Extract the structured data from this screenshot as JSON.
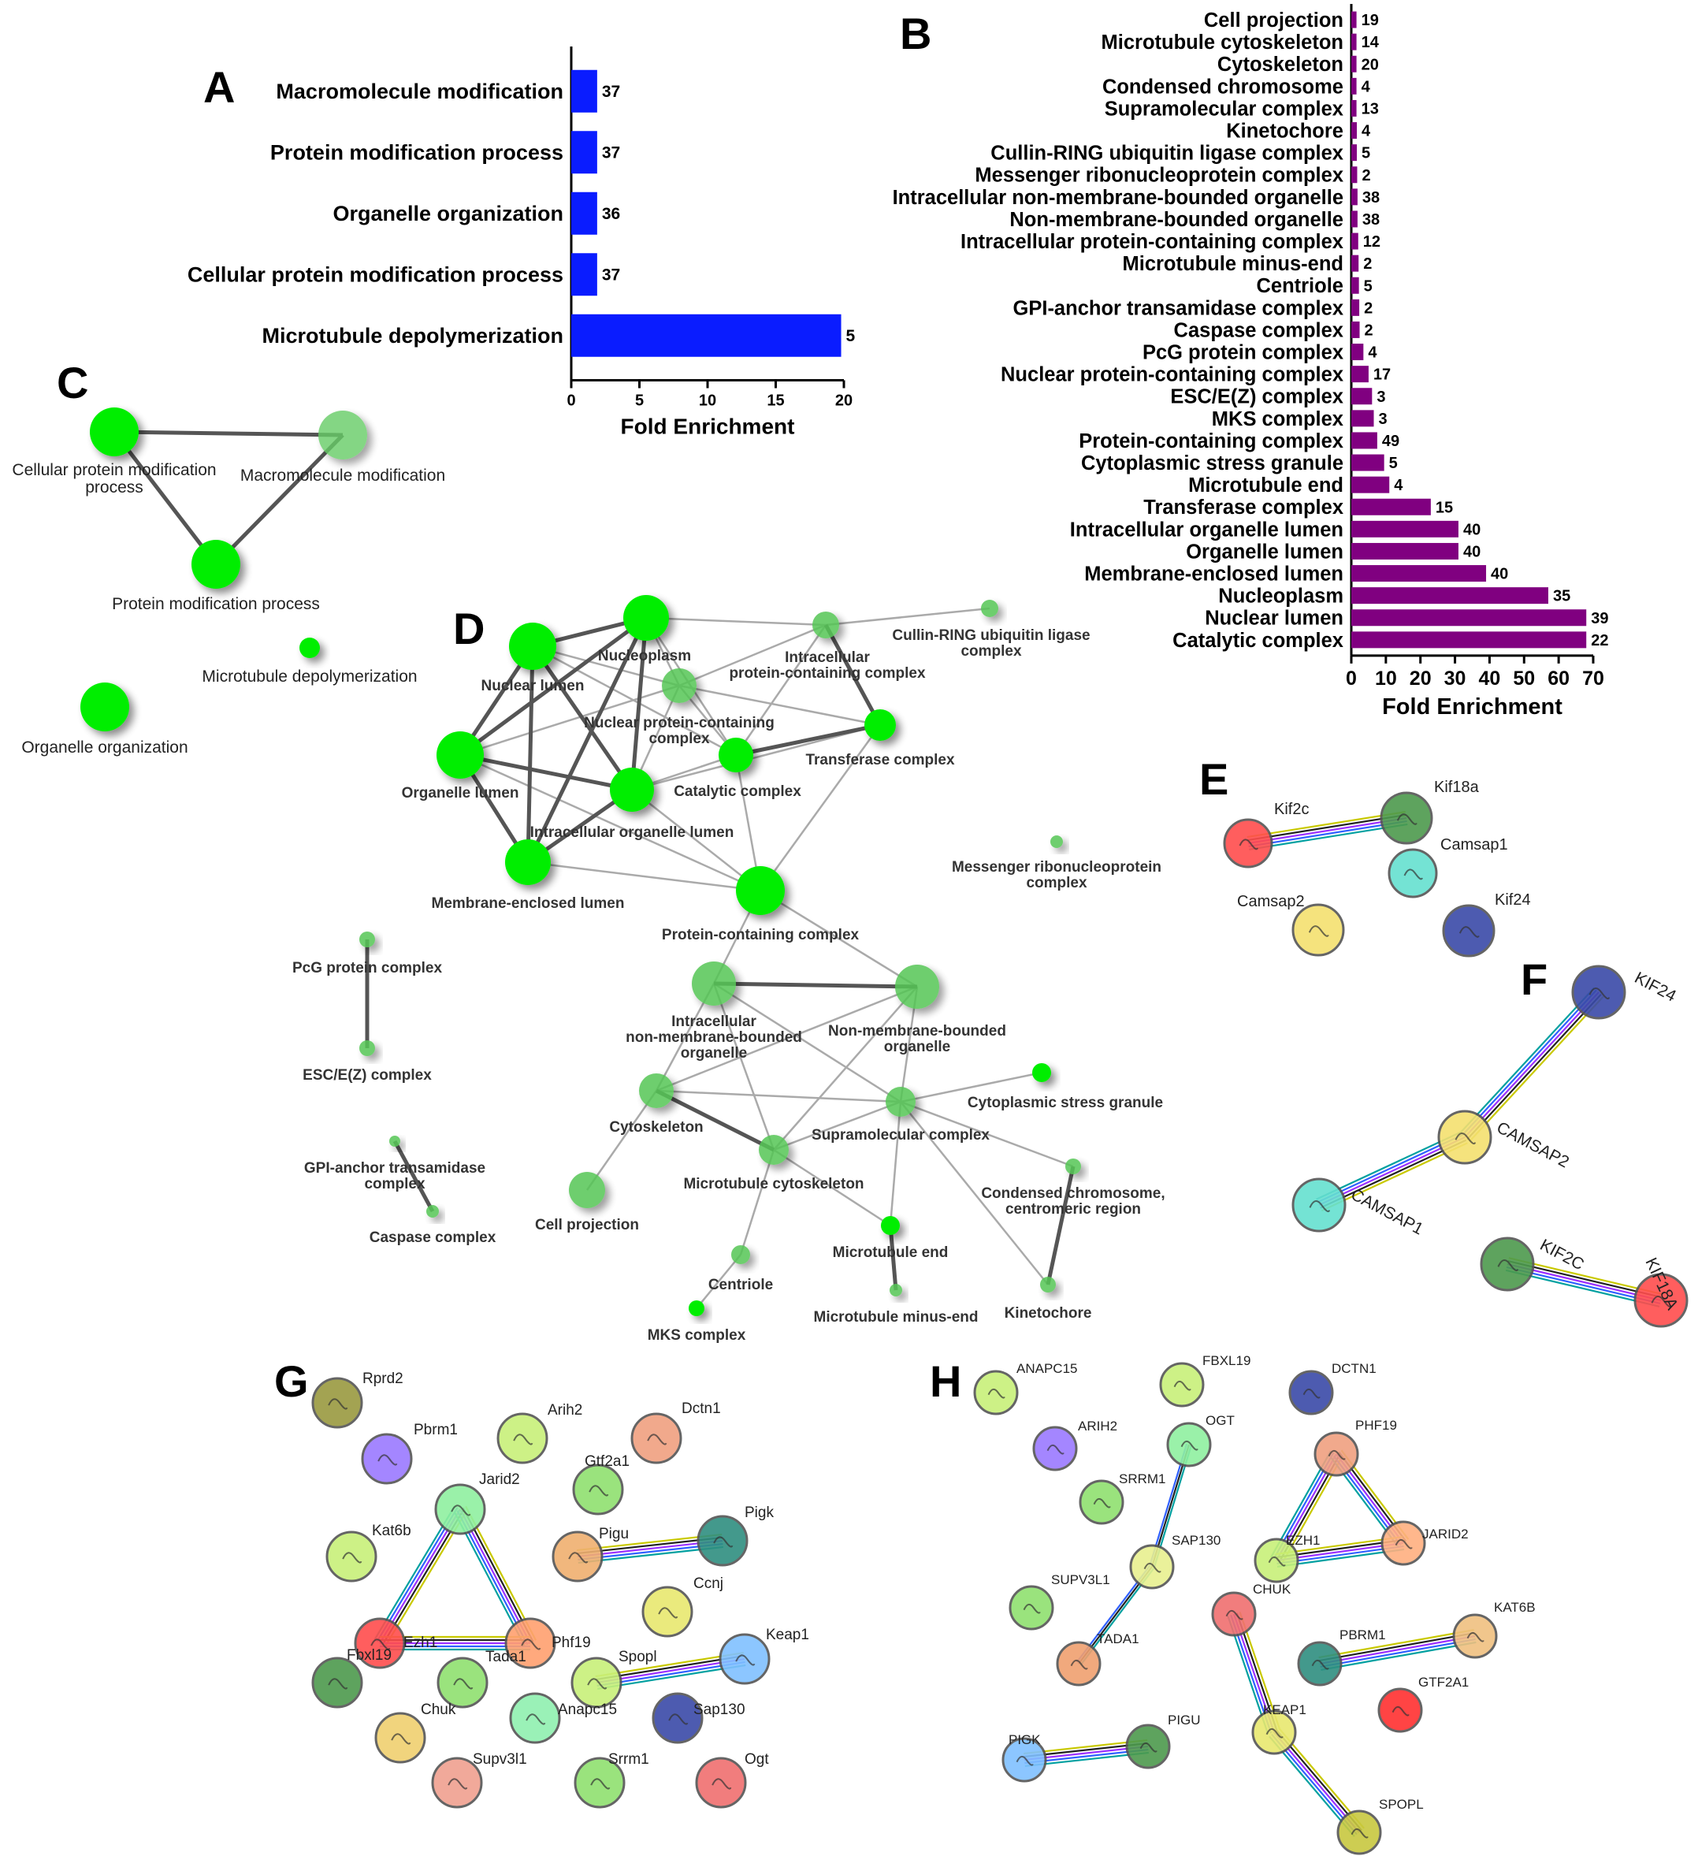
{
  "panels": {
    "a": "A",
    "b": "B",
    "c": "C",
    "d": "D",
    "e": "E",
    "f": "F",
    "g": "G",
    "h": "H"
  },
  "colors": {
    "barA": "#0a1cff",
    "barB": "#800080",
    "green": "#00ee00",
    "greenDim": "#66cc66"
  },
  "chart_data": [
    {
      "panel": "A",
      "type": "bar",
      "orientation": "horizontal",
      "categories": [
        "Macromolecule modification",
        "Protein modification process",
        "Organelle organization",
        "Cellular protein modification process",
        "Microtubule depolymerization"
      ],
      "values": [
        1.9,
        1.9,
        1.9,
        1.9,
        19.8
      ],
      "counts": [
        "37",
        "37",
        "36",
        "37",
        "5"
      ],
      "xlabel": "Fold Enrichment",
      "xlim": [
        0,
        20
      ],
      "xticks": [
        0,
        5,
        10,
        15,
        20
      ]
    },
    {
      "panel": "B",
      "type": "bar",
      "orientation": "horizontal",
      "categories": [
        "Cell projection",
        "Microtubule cytoskeleton",
        "Cytoskeleton",
        "Condensed chromosome",
        "Supramolecular complex",
        "Kinetochore",
        "Cullin-RING ubiquitin ligase complex",
        "Messenger ribonucleoprotein complex",
        "Intracellular non-membrane-bounded organelle",
        "Non-membrane-bounded organelle",
        "Intracellular protein-containing complex",
        "Microtubule minus-end",
        "Centriole",
        "GPI-anchor transamidase complex",
        "Caspase complex",
        "PcG protein complex",
        "Nuclear protein-containing complex",
        "ESC/E(Z) complex",
        "MKS complex",
        "Protein-containing complex",
        "Cytoplasmic stress granule",
        "Microtubule end",
        "Transferase complex",
        "Intracellular organelle lumen",
        "Organelle lumen",
        "Membrane-enclosed lumen",
        "Nucleoplasm",
        "Nuclear lumen",
        "Catalytic complex"
      ],
      "values": [
        1.5,
        1.5,
        1.5,
        1.5,
        1.5,
        1.6,
        1.6,
        1.7,
        1.8,
        1.8,
        2.0,
        2.1,
        2.2,
        2.3,
        2.4,
        3.5,
        5.0,
        6.0,
        6.5,
        7.5,
        9.5,
        11,
        23,
        31,
        31,
        39,
        57,
        68,
        68
      ],
      "counts": [
        "19",
        "14",
        "20",
        "4",
        "13",
        "4",
        "5",
        "2",
        "38",
        "38",
        "12",
        "2",
        "5",
        "2",
        "2",
        "4",
        "17",
        "3",
        "3",
        "49",
        "5",
        "4",
        "15",
        "40",
        "40",
        "40",
        "35",
        "39",
        "22"
      ],
      "xlabel": "Fold Enrichment",
      "xlim": [
        0,
        70
      ],
      "xticks": [
        0,
        10,
        20,
        30,
        40,
        50,
        60,
        70
      ]
    }
  ],
  "panel_c": {
    "nodes": [
      {
        "id": "cpm",
        "label_lines": [
          "Cellular protein modification",
          "process"
        ]
      },
      {
        "id": "mm",
        "label_lines": [
          "Macromolecule modification"
        ]
      },
      {
        "id": "pmp",
        "label_lines": [
          "Protein modification process"
        ]
      },
      {
        "id": "mtd",
        "label_lines": [
          "Microtubule depolymerization"
        ]
      },
      {
        "id": "oo",
        "label_lines": [
          "Organelle organization"
        ]
      }
    ]
  },
  "panel_d": {
    "nodes": [
      {
        "id": "nl",
        "label_lines": [
          "Nuclear lumen"
        ]
      },
      {
        "id": "np",
        "label_lines": [
          "Nucleoplasm"
        ]
      },
      {
        "id": "npc",
        "label_lines": [
          "Nuclear protein-containing",
          "complex"
        ]
      },
      {
        "id": "ipc",
        "label_lines": [
          "Intracellular",
          "protein-containing complex"
        ]
      },
      {
        "id": "cul",
        "label_lines": [
          "Cullin-RING ubiquitin ligase",
          "complex"
        ]
      },
      {
        "id": "tc",
        "label_lines": [
          "Transferase complex"
        ]
      },
      {
        "id": "cc",
        "label_lines": [
          "Catalytic complex"
        ]
      },
      {
        "id": "ol",
        "label_lines": [
          "Organelle lumen"
        ]
      },
      {
        "id": "iol",
        "label_lines": [
          "Intracellular organelle lumen"
        ]
      },
      {
        "id": "mel",
        "label_lines": [
          "Membrane-enclosed lumen"
        ]
      },
      {
        "id": "pcc",
        "label_lines": [
          "Protein-containing complex"
        ]
      },
      {
        "id": "mrc",
        "label_lines": [
          "Messenger ribonucleoprotein",
          "complex"
        ]
      },
      {
        "id": "pcg",
        "label_lines": [
          "PcG protein complex"
        ]
      },
      {
        "id": "esc",
        "label_lines": [
          "ESC/E(Z) complex"
        ]
      },
      {
        "id": "gpi",
        "label_lines": [
          "GPI-anchor transamidase",
          "complex"
        ]
      },
      {
        "id": "casp",
        "label_lines": [
          "Caspase complex"
        ]
      },
      {
        "id": "inmbo",
        "label_lines": [
          "Intracellular",
          "non-membrane-bounded",
          "organelle"
        ]
      },
      {
        "id": "nmbo",
        "label_lines": [
          "Non-membrane-bounded",
          "organelle"
        ]
      },
      {
        "id": "cyto",
        "label_lines": [
          "Cytoskeleton"
        ]
      },
      {
        "id": "supra",
        "label_lines": [
          "Supramolecular complex"
        ]
      },
      {
        "id": "csg",
        "label_lines": [
          "Cytoplasmic stress granule"
        ]
      },
      {
        "id": "mtc",
        "label_lines": [
          "Microtubule cytoskeleton"
        ]
      },
      {
        "id": "cproj",
        "label_lines": [
          "Cell projection"
        ]
      },
      {
        "id": "ccr",
        "label_lines": [
          "Condensed chromosome,",
          "centromeric region"
        ]
      },
      {
        "id": "mte",
        "label_lines": [
          "Microtubule end"
        ]
      },
      {
        "id": "cent",
        "label_lines": [
          "Centriole"
        ]
      },
      {
        "id": "mks",
        "label_lines": [
          "MKS complex"
        ]
      },
      {
        "id": "mtme",
        "label_lines": [
          "Microtubule minus-end"
        ]
      },
      {
        "id": "kin",
        "label_lines": [
          "Kinetochore"
        ]
      }
    ]
  },
  "panel_e": {
    "nodes": [
      "Kif2c",
      "Kif18a",
      "Camsap1",
      "Camsap2",
      "Kif24"
    ]
  },
  "panel_f": {
    "nodes": [
      "KIF24",
      "CAMSAP2",
      "CAMSAP1",
      "KIF2C",
      "KIF18A"
    ]
  },
  "panel_g": {
    "nodes": [
      "Rprd2",
      "Pbrm1",
      "Arih2",
      "Dctn1",
      "Gtf2a1",
      "Jarid2",
      "Kat6b",
      "Pigu",
      "Pigk",
      "Ccnj",
      "Ezh1",
      "Phf19",
      "Fbxl19",
      "Tada1",
      "Spopl",
      "Keap1",
      "Chuk",
      "Anapc15",
      "Sap130",
      "Supv3l1",
      "Srrm1",
      "Ogt"
    ]
  },
  "panel_h": {
    "nodes": [
      "ANAPC15",
      "FBXL19",
      "DCTN1",
      "ARIH2",
      "OGT",
      "PHF19",
      "SRRM1",
      "SAP130",
      "JARID2",
      "EZH1",
      "SUPV3L1",
      "CHUK",
      "KAT6B",
      "PBRM1",
      "TADA1",
      "GTF2A1",
      "PIGU",
      "PIGK",
      "KEAP1",
      "SPOPL"
    ]
  }
}
